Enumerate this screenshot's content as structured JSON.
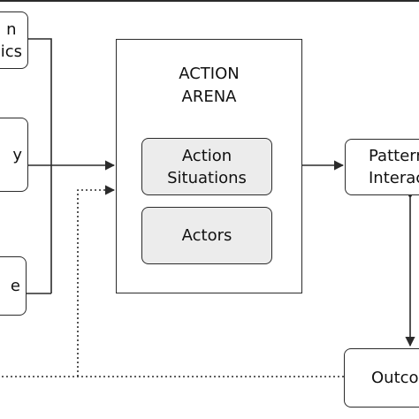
{
  "nodes": {
    "exogenous_top": {
      "lines": [
        "n",
        "ics"
      ]
    },
    "exogenous_mid": {
      "lines": [
        "y"
      ]
    },
    "exogenous_bottom": {
      "lines": [
        "e"
      ]
    },
    "action_arena": {
      "lines": [
        "ACTION",
        "ARENA"
      ]
    },
    "action_situations": {
      "lines": [
        "Action",
        "Situations"
      ]
    },
    "actors": {
      "lines": [
        "Actors"
      ]
    },
    "patterns": {
      "lines": [
        "Pattern",
        "Interac"
      ]
    },
    "outcomes": {
      "lines": [
        "Outco"
      ]
    }
  },
  "colors": {
    "stroke": "#2b2b2b",
    "inner_box_fill": "#ececec",
    "background": "#ffffff"
  }
}
